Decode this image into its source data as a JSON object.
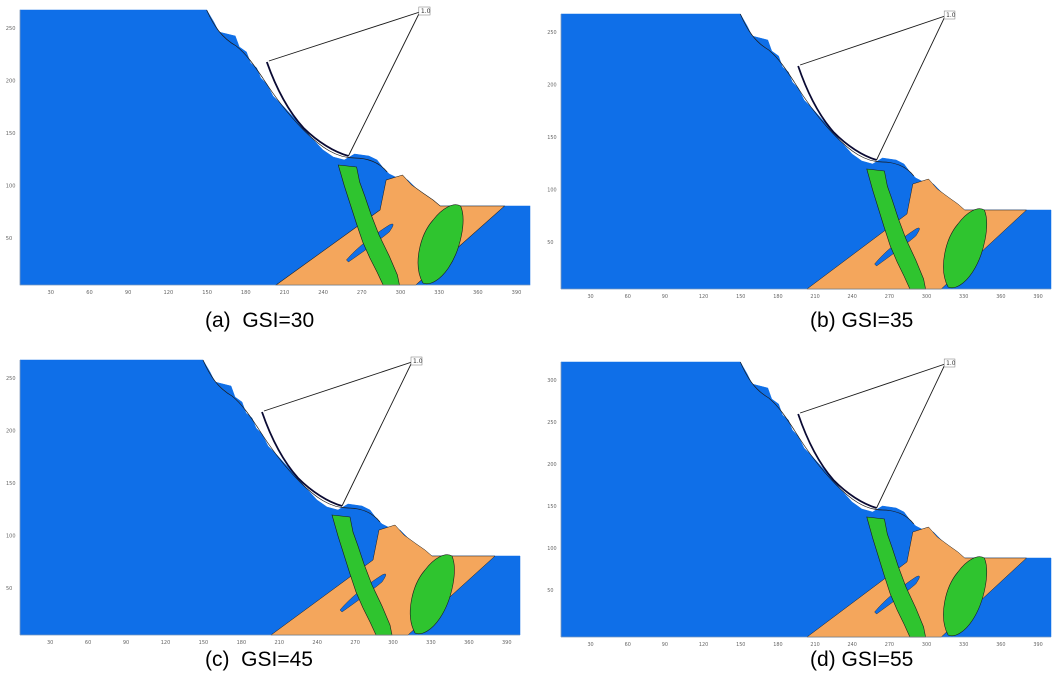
{
  "colors": {
    "rock_mass": "#0f6fe8",
    "weak_layer": "#f4a65c",
    "fault_zone": "#2fc42f",
    "outline": "#1a1a1a",
    "slip_surface": "#0a0a33"
  },
  "panels": [
    {
      "id": "a",
      "caption": "(a)  GSI=30",
      "fs_label": "1.0",
      "y_ticks": [
        "250",
        "200",
        "150",
        "100",
        "50"
      ],
      "x_ticks": [
        "30",
        "60",
        "90",
        "120",
        "150",
        "180",
        "210",
        "240",
        "270",
        "300",
        "330",
        "360",
        "390"
      ]
    },
    {
      "id": "b",
      "caption": "(b) GSI=35",
      "fs_label": "1.0",
      "y_ticks": [
        "250",
        "200",
        "150",
        "100",
        "50"
      ],
      "x_ticks": [
        "30",
        "60",
        "90",
        "120",
        "150",
        "180",
        "210",
        "240",
        "270",
        "300",
        "330",
        "360",
        "390"
      ]
    },
    {
      "id": "c",
      "caption": "(c)  GSI=45",
      "fs_label": "1.0",
      "y_ticks": [
        "250",
        "200",
        "150",
        "100",
        "50"
      ],
      "x_ticks": [
        "30",
        "60",
        "90",
        "120",
        "150",
        "180",
        "210",
        "240",
        "270",
        "300",
        "330",
        "360",
        "390"
      ]
    },
    {
      "id": "d",
      "caption": "(d) GSI=55",
      "fs_label": "1.0",
      "y_ticks": [
        "300",
        "250",
        "200",
        "150",
        "100",
        "50"
      ],
      "x_ticks": [
        "30",
        "60",
        "90",
        "120",
        "150",
        "180",
        "210",
        "240",
        "270",
        "300",
        "330",
        "360",
        "390"
      ]
    }
  ]
}
